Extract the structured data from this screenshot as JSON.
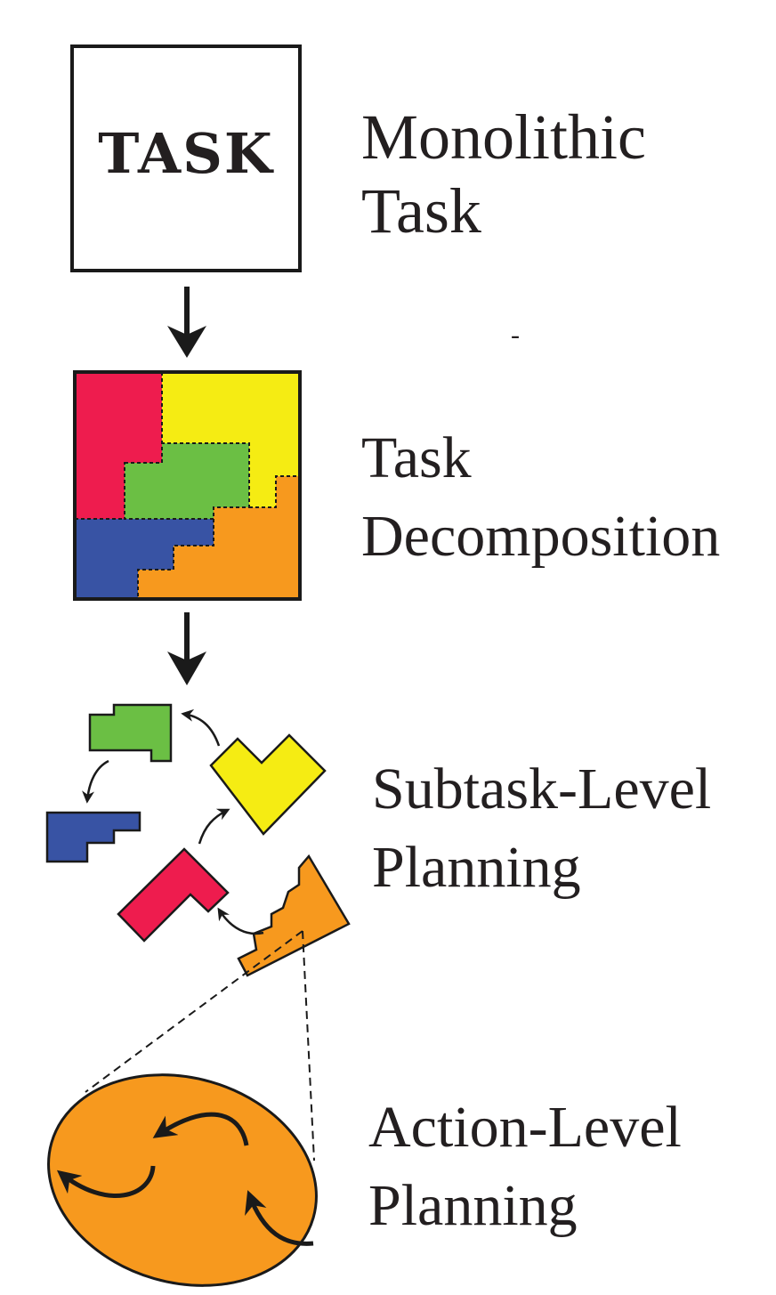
{
  "task_box": {
    "label": "TASK"
  },
  "stages": [
    {
      "line1": "Monolithic",
      "line2": "Task"
    },
    {
      "line1": "Task",
      "line2": "Decomposition"
    },
    {
      "line1": "Subtask-Level",
      "line2": "Planning"
    },
    {
      "line1": "Action-Level",
      "line2": "Planning"
    }
  ],
  "stray_mark": "-",
  "colors": {
    "red": "#ee1c4e",
    "yellow": "#f5ec13",
    "green": "#6bbf44",
    "blue": "#3853a4",
    "orange": "#f7991e",
    "stroke": "#1a1a1a"
  }
}
